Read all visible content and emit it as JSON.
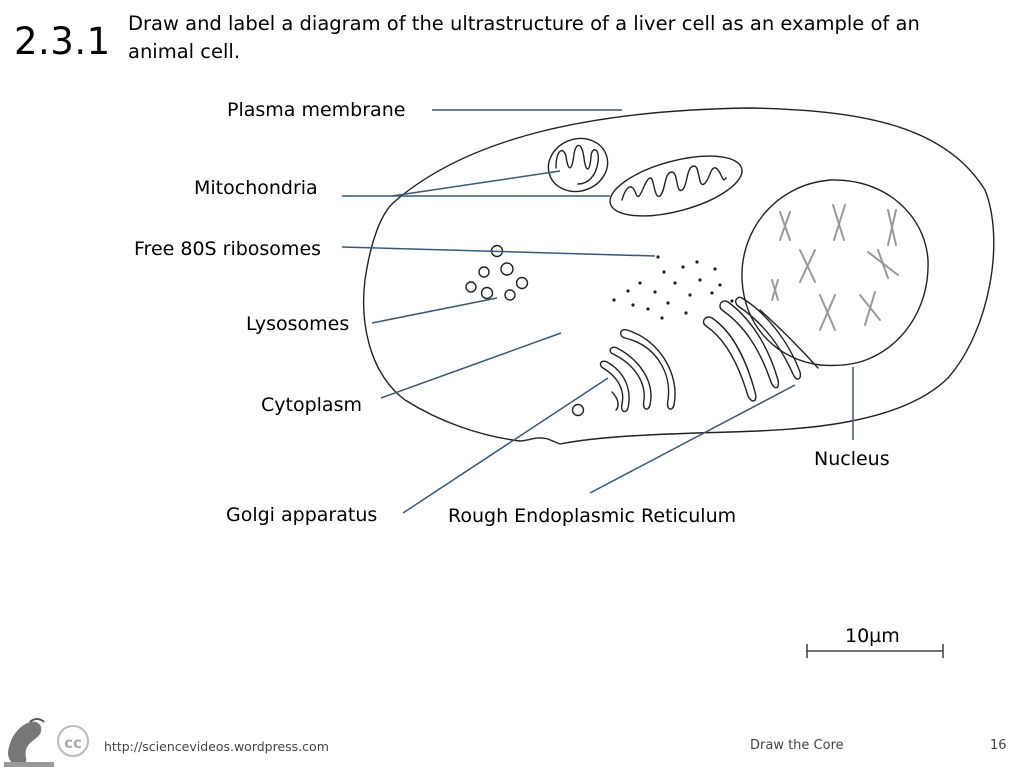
{
  "header": {
    "section_number": "2.3.1",
    "title": "Draw and label a diagram of the ultrastructure of a liver cell as an example of an animal cell."
  },
  "labels": {
    "plasma_membrane": "Plasma membrane",
    "mitochondria": "Mitochondria",
    "free_ribosomes": "Free 80S ribosomes",
    "lysosomes": "Lysosomes",
    "cytoplasm": "Cytoplasm",
    "golgi": "Golgi apparatus",
    "rough_er": "Rough Endoplasmic Reticulum",
    "nucleus": "Nucleus"
  },
  "scale_bar": {
    "label": "10µm"
  },
  "footer": {
    "url": "http://sciencevideos.wordpress.com",
    "course": "Draw the Core",
    "page": "16",
    "cc_badge": "cc"
  }
}
